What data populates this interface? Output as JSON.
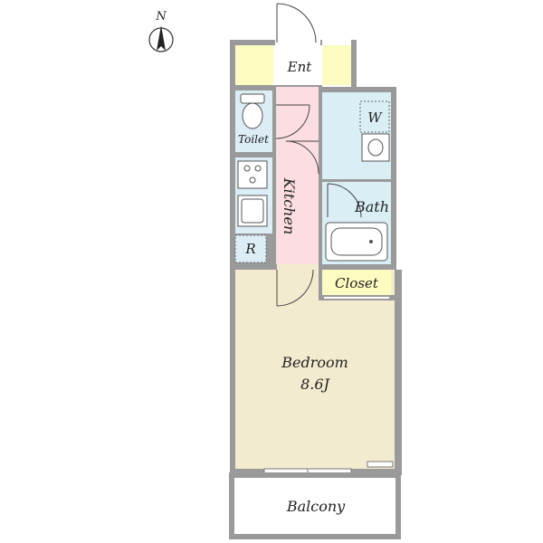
{
  "compass": {
    "label": "N"
  },
  "rooms": {
    "entrance": {
      "label": "Ent"
    },
    "toilet": {
      "label": "Toilet"
    },
    "kitchen": {
      "label": "Kitchen"
    },
    "washer": {
      "label": "W"
    },
    "bath": {
      "label": "Bath"
    },
    "refrigerator": {
      "label": "R"
    },
    "closet": {
      "label": "Closet"
    },
    "bedroom": {
      "label": "Bedroom",
      "size": "8.6J"
    },
    "balcony": {
      "label": "Balcony"
    }
  },
  "colors": {
    "wall": "#9a9a9a",
    "entrance": "#ffffff",
    "storage": "#fdfcc0",
    "toilet": "#dcedf5",
    "kitchen": "#fbdde2",
    "bath": "#d9eef5",
    "closet": "#fdfcc0",
    "bedroom": "#f3ebcf",
    "balcony": "#ffffff"
  }
}
